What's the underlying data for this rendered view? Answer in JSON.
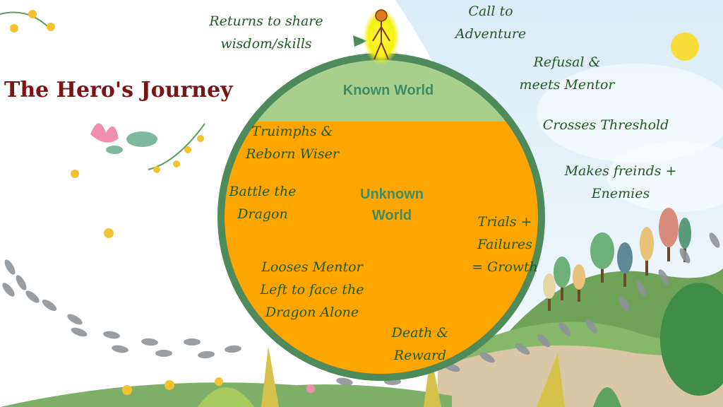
{
  "title": "The Hero's Journey",
  "zones": {
    "known": "Known World",
    "unknown_line1": "Unknown",
    "unknown_line2": "World"
  },
  "stages": {
    "call": [
      "Call to",
      "Adventure"
    ],
    "refusal": [
      "Refusal &",
      "meets Mentor"
    ],
    "threshold": [
      "Crosses Threshold"
    ],
    "friends": [
      "Makes freinds +",
      "Enemies"
    ],
    "trials": [
      "Trials +",
      "Failures",
      "= Growth"
    ],
    "death": [
      "Death &",
      "Reward"
    ],
    "loses_mentor": [
      "Looses Mentor",
      "Left to face the",
      "Dragon Alone"
    ],
    "battle": [
      "Battle the",
      "Dragon"
    ],
    "triumph": [
      "Truimphs &",
      "Reborn Wiser"
    ],
    "returns": [
      "Returns to share",
      "wisdom/skills"
    ]
  },
  "colors": {
    "title": "#7b1414",
    "label_text": "#1e5b22",
    "circle_ring": "#4f8a5b",
    "known_world": "#a8d08d",
    "unknown_world": "#ffa500",
    "zone_text": "#3f8b63",
    "hero_glow": "#f4f000"
  }
}
